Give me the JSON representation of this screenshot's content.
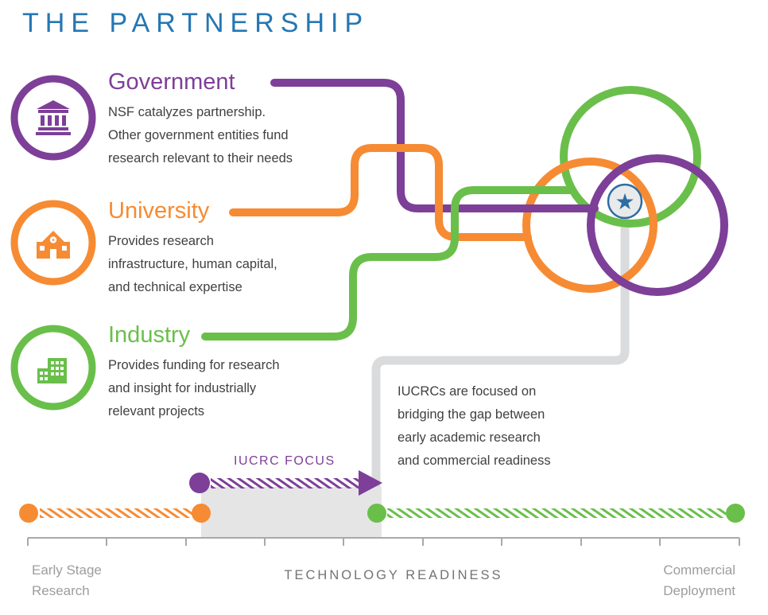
{
  "title": "THE PARTNERSHIP",
  "colors": {
    "title_blue": "#2577b2",
    "government_purple": "#7d3f98",
    "university_orange": "#f68b33",
    "industry_green": "#6abf4b",
    "star_blue": "#2e6da4",
    "connector_gray": "#dadbdc",
    "text_dark": "#414042",
    "label_gray": "#9b9da0"
  },
  "entities": [
    {
      "id": "government",
      "label": "Government",
      "description": "NSF catalyzes partnership.\nOther government entities fund\nresearch relevant to their needs",
      "color": "#7d3f98",
      "icon": "bank-icon"
    },
    {
      "id": "university",
      "label": "University",
      "description": "Provides research\ninfrastructure, human capital,\nand technical expertise",
      "color": "#f68b33",
      "icon": "school-icon"
    },
    {
      "id": "industry",
      "label": "Industry",
      "description": "Provides funding for research\nand insight for industrially\nrelevant projects",
      "color": "#6abf4b",
      "icon": "factory-icon"
    }
  ],
  "venn": {
    "star_glyph": "★"
  },
  "callout": "IUCRCs are focused on\nbridging the gap between\nearly academic research\nand commercial readiness",
  "timeline": {
    "focus_label": "IUCRC FOCUS",
    "axis_label": "TECHNOLOGY READINESS",
    "left_label": "Early Stage\nResearch",
    "right_label": "Commercial\nDeployment"
  }
}
